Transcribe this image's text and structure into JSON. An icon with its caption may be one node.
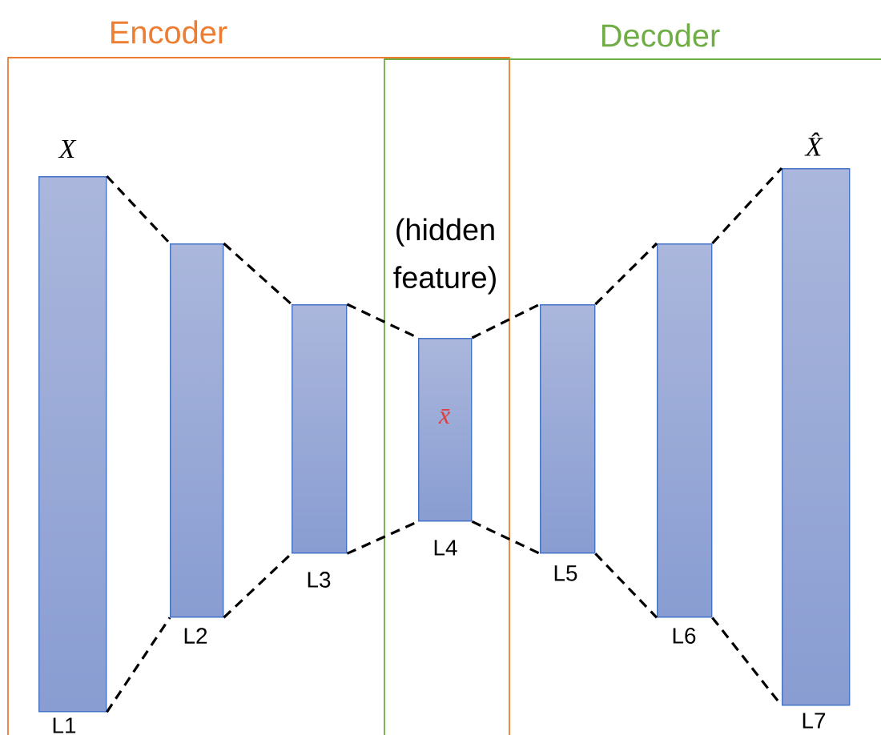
{
  "diagram": {
    "nodes": [
      {
        "text": [
          "Encoder"
        ]
      },
      {
        "text": [
          "Decoder"
        ]
      },
      {
        "text": [],
        "shape": "bar",
        "beside": [
          "X",
          "L1"
        ],
        "in": 0
      },
      {
        "text": [],
        "shape": "bar",
        "beside": [
          "L2"
        ],
        "in": 0
      },
      {
        "text": [],
        "shape": "bar",
        "beside": [
          "L3"
        ],
        "in": 0
      },
      {
        "text": [
          "x̄"
        ],
        "beside": [
          "(hidden feature)",
          "L4"
        ]
      },
      {
        "text": [],
        "shape": "bar",
        "beside": [
          "L5"
        ],
        "in": 1
      },
      {
        "text": [],
        "shape": "bar",
        "beside": [
          "L6"
        ],
        "in": 1
      },
      {
        "text": [],
        "shape": "bar",
        "beside": [
          "X̂",
          "L7"
        ],
        "in": 1
      }
    ],
    "edges": [
      {
        "from": 2,
        "to": 3,
        "arrow": "none",
        "style": "dashed"
      },
      {
        "from": 2,
        "to": 3,
        "arrow": "none",
        "style": "dashed"
      },
      {
        "from": 3,
        "to": 4,
        "arrow": "none",
        "style": "dashed"
      },
      {
        "from": 3,
        "to": 4,
        "arrow": "none",
        "style": "dashed"
      },
      {
        "from": 4,
        "to": 5,
        "arrow": "none",
        "style": "dashed"
      },
      {
        "from": 4,
        "to": 5,
        "arrow": "none",
        "style": "dashed"
      },
      {
        "from": 5,
        "to": 6,
        "arrow": "none",
        "style": "dashed"
      },
      {
        "from": 5,
        "to": 6,
        "arrow": "none",
        "style": "dashed"
      },
      {
        "from": 6,
        "to": 7,
        "arrow": "none",
        "style": "dashed"
      },
      {
        "from": 6,
        "to": 7,
        "arrow": "none",
        "style": "dashed"
      },
      {
        "from": 7,
        "to": 8,
        "arrow": "none",
        "style": "dashed"
      },
      {
        "from": 7,
        "to": 8,
        "arrow": "none",
        "style": "dashed"
      }
    ]
  }
}
